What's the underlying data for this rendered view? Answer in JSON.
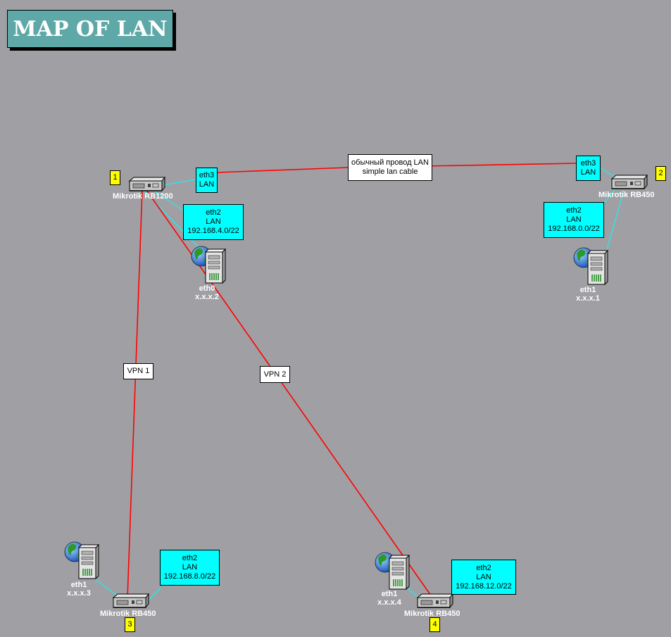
{
  "title": "MAP OF LAN",
  "colors": {
    "background": "#a0a0a4",
    "vpn_link": "#ff0000",
    "lan_link": "#00ffff",
    "label_fill": "#00ffff",
    "title_fill": "#5fa8a8",
    "badge_fill": "#ffff00"
  },
  "routers": [
    {
      "id": "r1",
      "name": "Mikrotik RB1200",
      "badge": "1"
    },
    {
      "id": "r2",
      "name": "Mikrotik RB450",
      "badge": "2"
    },
    {
      "id": "r3",
      "name": "Mikrotik RB450",
      "badge": "3"
    },
    {
      "id": "r4",
      "name": "Mikrotik RB450",
      "badge": "4"
    }
  ],
  "servers": [
    {
      "id": "s1",
      "iface": "eth0",
      "addr": "x.x.x.2"
    },
    {
      "id": "s2",
      "iface": "eth1",
      "addr": "x.x.x.1"
    },
    {
      "id": "s3",
      "iface": "eth1",
      "addr": "x.x.x.3"
    },
    {
      "id": "s4",
      "iface": "eth1",
      "addr": "x.x.x.4"
    }
  ],
  "ports": {
    "r1_eth3": {
      "line1": "eth3",
      "line2": "LAN"
    },
    "r1_eth2": {
      "line1": "eth2",
      "line2": "LAN",
      "line3": "192.168.4.0/22"
    },
    "r2_eth3": {
      "line1": "eth3",
      "line2": "LAN"
    },
    "r2_eth2": {
      "line1": "eth2",
      "line2": "LAN",
      "line3": "192.168.0.0/22"
    },
    "r3_eth2": {
      "line1": "eth2",
      "line2": "LAN",
      "line3": "192.168.8.0/22"
    },
    "r4_eth2": {
      "line1": "eth2",
      "line2": "LAN",
      "line3": "192.168.12.0/22"
    }
  },
  "links": {
    "cable": {
      "line1": "обычный провод LAN",
      "line2": "simple lan cable"
    },
    "vpn1": "VPN 1",
    "vpn2": "VPN 2"
  }
}
